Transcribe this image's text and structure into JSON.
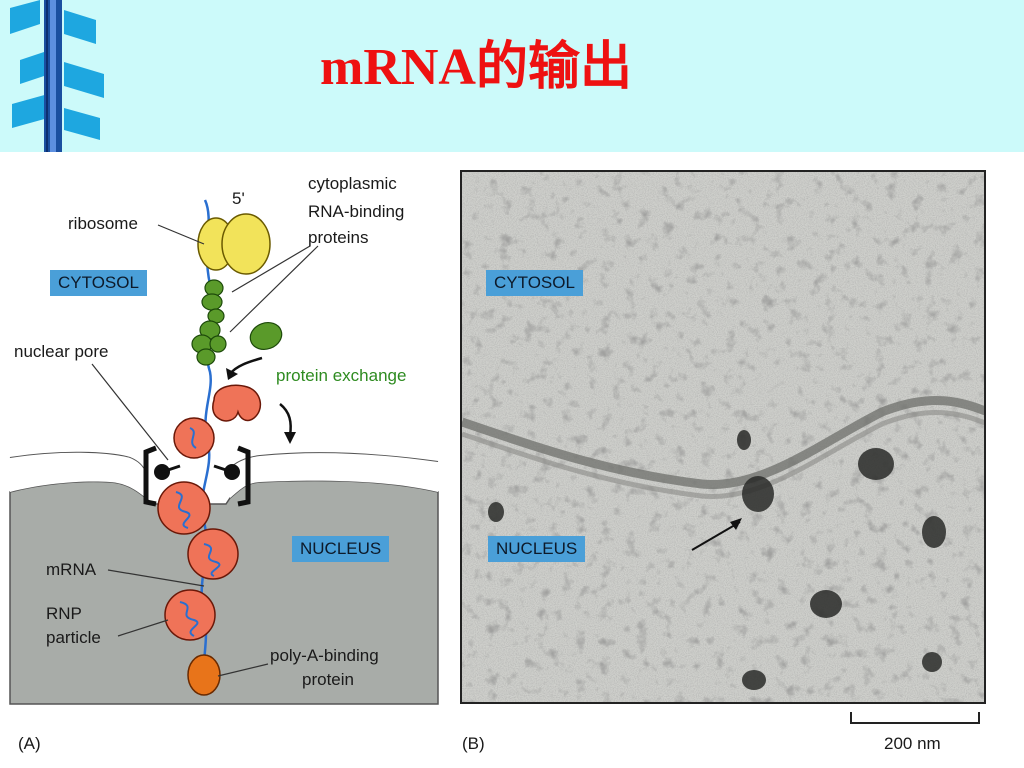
{
  "title": "mRNA的输出",
  "panel_a": {
    "label": "(A)",
    "labels": {
      "five_prime": "5'",
      "ribosome": "ribosome",
      "cytoplasmic_rna_binding_proteins": [
        "cytoplasmic",
        "RNA-binding",
        "proteins"
      ],
      "cytosol": "CYTOSOL",
      "nuclear_pore": "nuclear pore",
      "protein_exchange": "protein exchange",
      "nucleus": "NUCLEUS",
      "mrna": "mRNA",
      "rnp_particle": [
        "RNP",
        "particle"
      ],
      "poly_a_binding_protein": [
        "poly-A-binding",
        "protein"
      ]
    }
  },
  "panel_b": {
    "label": "(B)",
    "cytosol": "CYTOSOL",
    "nucleus": "NUCLEUS",
    "scale": "200 nm"
  },
  "colors": {
    "title": "#ee1111",
    "header_bg": "#ccfafa",
    "label_box": "#4a9fd8",
    "ribosome": "#f2e35a",
    "cytoplasmic_protein": "#5a9a2a",
    "rnp_particle": "#ef7358",
    "poly_a_protein": "#e8741a",
    "mrna": "#2a6fd0",
    "nucleus_bg": "#a8aca8"
  }
}
